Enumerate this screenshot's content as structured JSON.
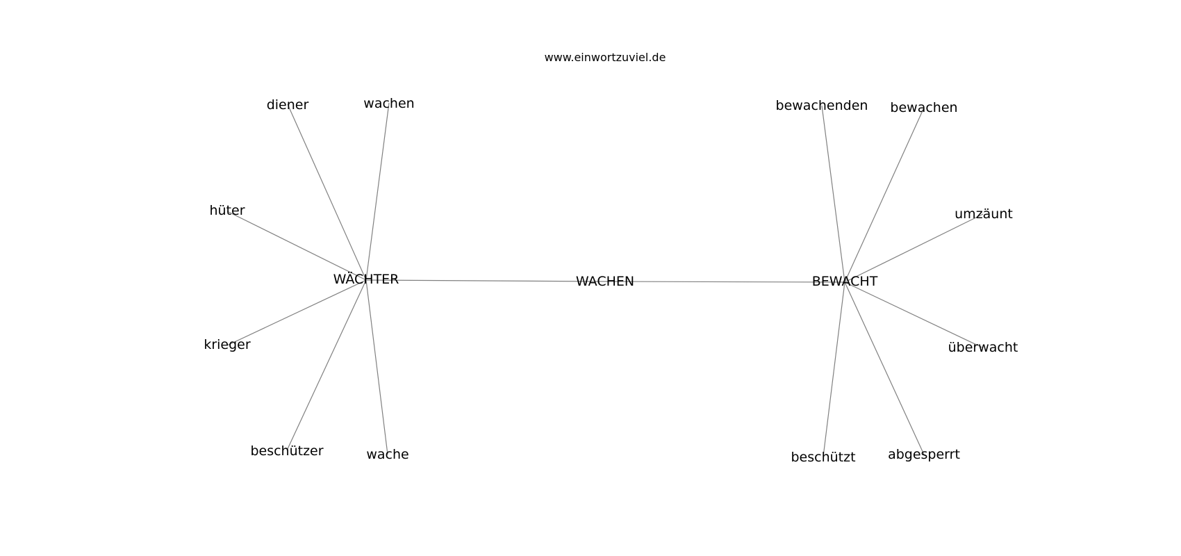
{
  "site": "www.einwortzuviel.de",
  "nodes": {
    "center": "WACHEN",
    "left_hub": "WÄCHTER",
    "right_hub": "BEWACHT",
    "left_leaves": {
      "diener": "diener",
      "wachen": "wachen",
      "hueter": "hüter",
      "krieger": "krieger",
      "beschuetzer": "beschützer",
      "wache": "wache"
    },
    "right_leaves": {
      "bewachenden": "bewachenden",
      "bewachen": "bewachen",
      "umzaeunt": "umzäunt",
      "ueberwacht": "überwacht",
      "beschuetzt": "beschützt",
      "abgesperrt": "abgesperrt"
    }
  },
  "colors": {
    "edge": "#808080",
    "text": "#000000",
    "background": "#ffffff"
  }
}
